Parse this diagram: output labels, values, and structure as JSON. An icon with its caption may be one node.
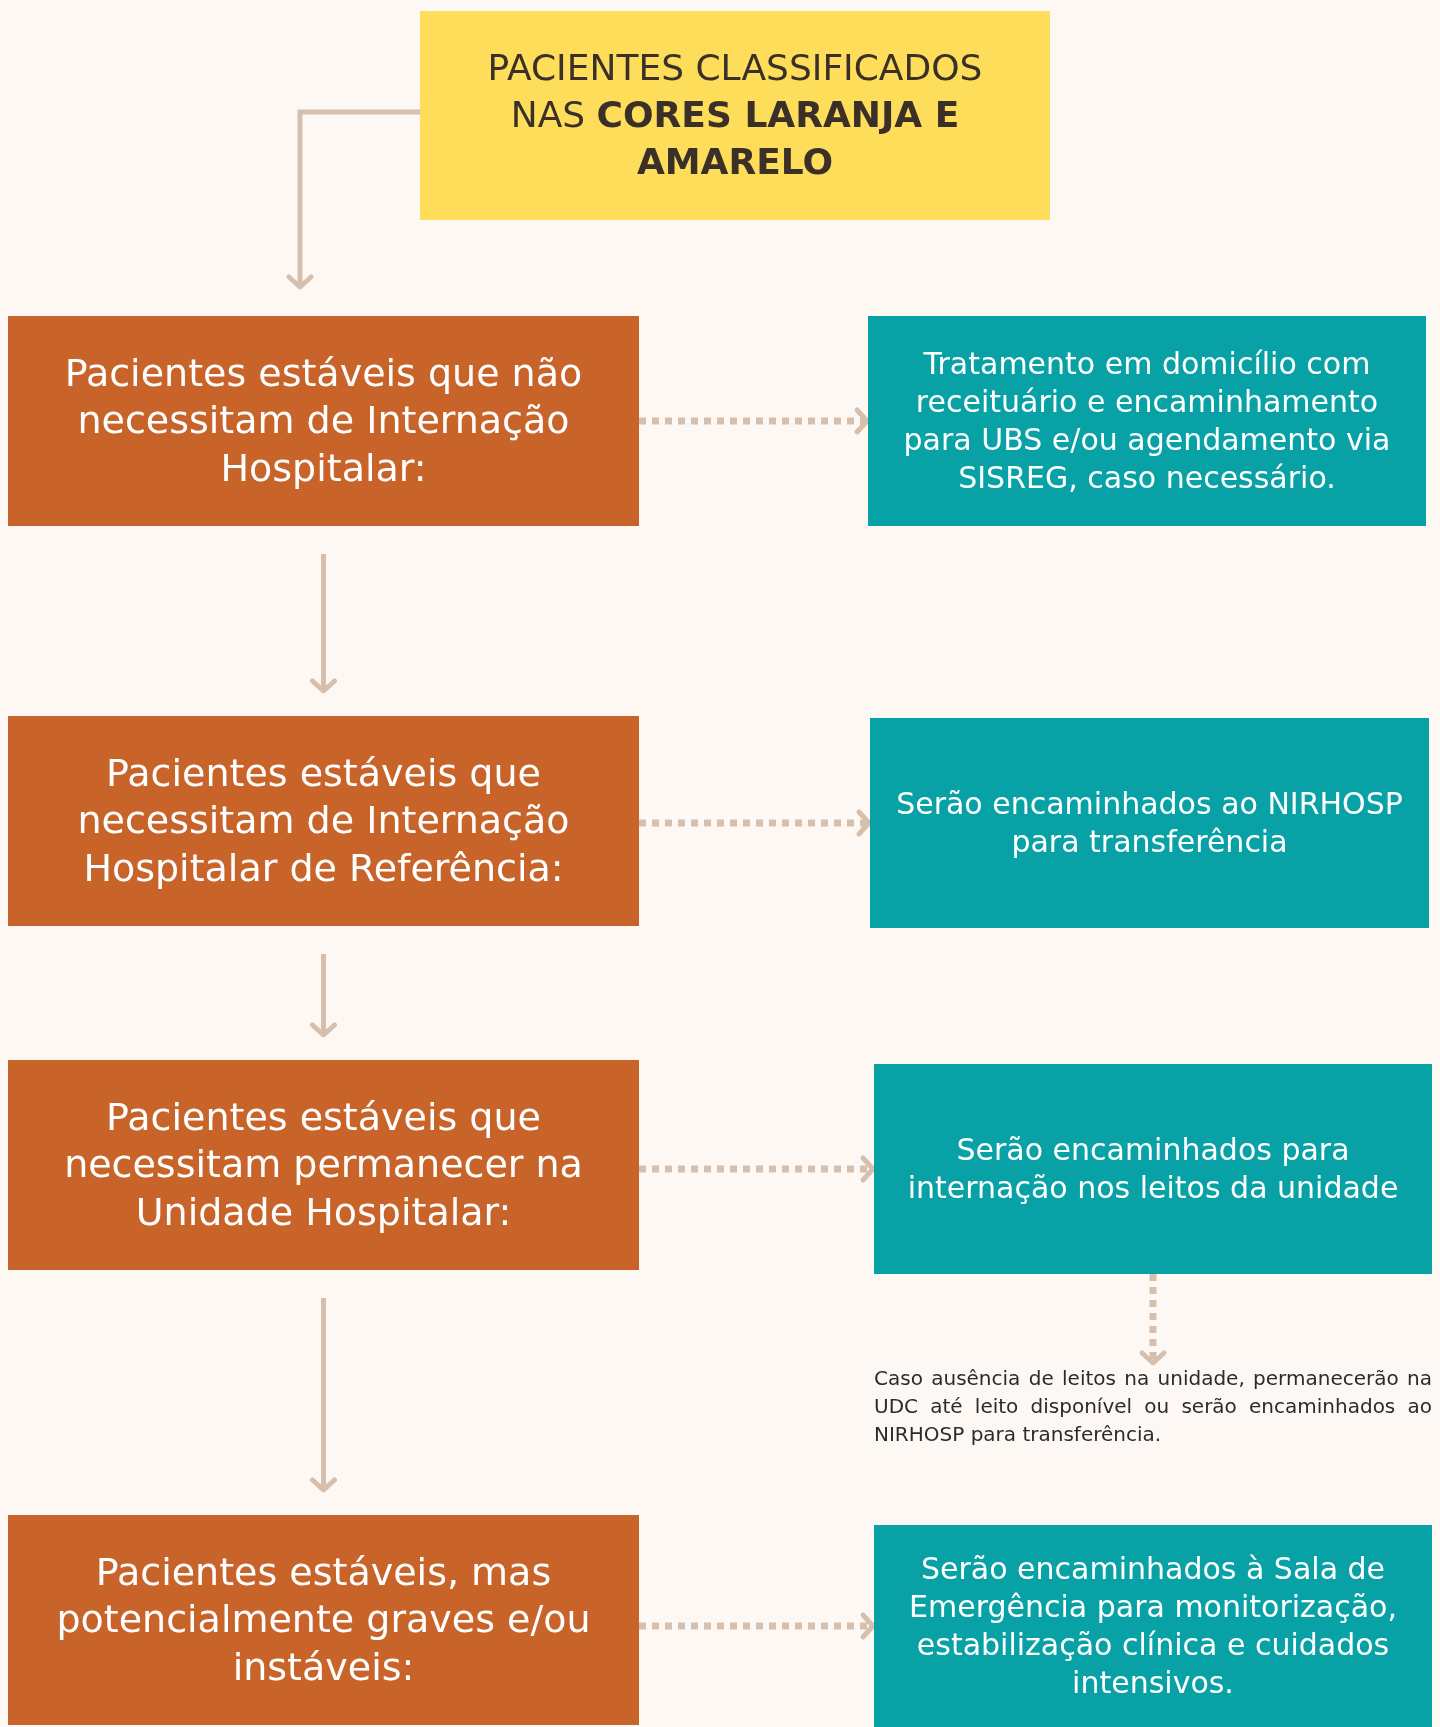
{
  "diagram": {
    "nodes": [
      {
        "text": [
          "PACIENTES CLASSIFICADOS NAS **CORES LARANJA E AMARELO**"
        ]
      },
      {
        "text": [
          "Pacientes estáveis que não necessitam de Internação Hospitalar:"
        ]
      },
      {
        "text": [
          "Tratamento em domicílio com receituário e encaminhamento para UBS e/ou agendamento via SISREG, caso necessário."
        ]
      },
      {
        "text": [
          "Pacientes estáveis que necessitam de Internação Hospitalar de Referência:"
        ]
      },
      {
        "text": [
          "Serão encaminhados ao NIRHOSP para transferência"
        ]
      },
      {
        "text": [
          "Pacientes estáveis que necessitam permanecer na Unidade Hospitalar:"
        ]
      },
      {
        "text": [
          "Serão encaminhados para internação nos leitos da unidade"
        ]
      },
      {
        "text": [
          "Caso ausência de leitos na unidade, permanecerão na UDC até leito disponível ou serão encaminhados ao NIRHOSP para transferência."
        ]
      },
      {
        "text": [
          "Pacientes estáveis, mas potencialmente graves e/ou instáveis:"
        ]
      },
      {
        "text": [
          "Serão encaminhados à Sala de Emergência para monitorização, estabilização clínica e cuidados intensivos."
        ]
      }
    ],
    "edges": [
      {
        "from": 0,
        "to": 1,
        "arrow": "to"
      },
      {
        "from": 1,
        "to": 2,
        "arrow": "to",
        "style": "dashed"
      },
      {
        "from": 1,
        "to": 3,
        "arrow": "to"
      },
      {
        "from": 3,
        "to": 4,
        "arrow": "to",
        "style": "dashed"
      },
      {
        "from": 3,
        "to": 5,
        "arrow": "to"
      },
      {
        "from": 5,
        "to": 6,
        "arrow": "to",
        "style": "dashed"
      },
      {
        "from": 6,
        "to": 7,
        "arrow": "to",
        "style": "dashed"
      },
      {
        "from": 5,
        "to": 8,
        "arrow": "to"
      },
      {
        "from": 8,
        "to": 9,
        "arrow": "to",
        "style": "dashed"
      }
    ]
  }
}
